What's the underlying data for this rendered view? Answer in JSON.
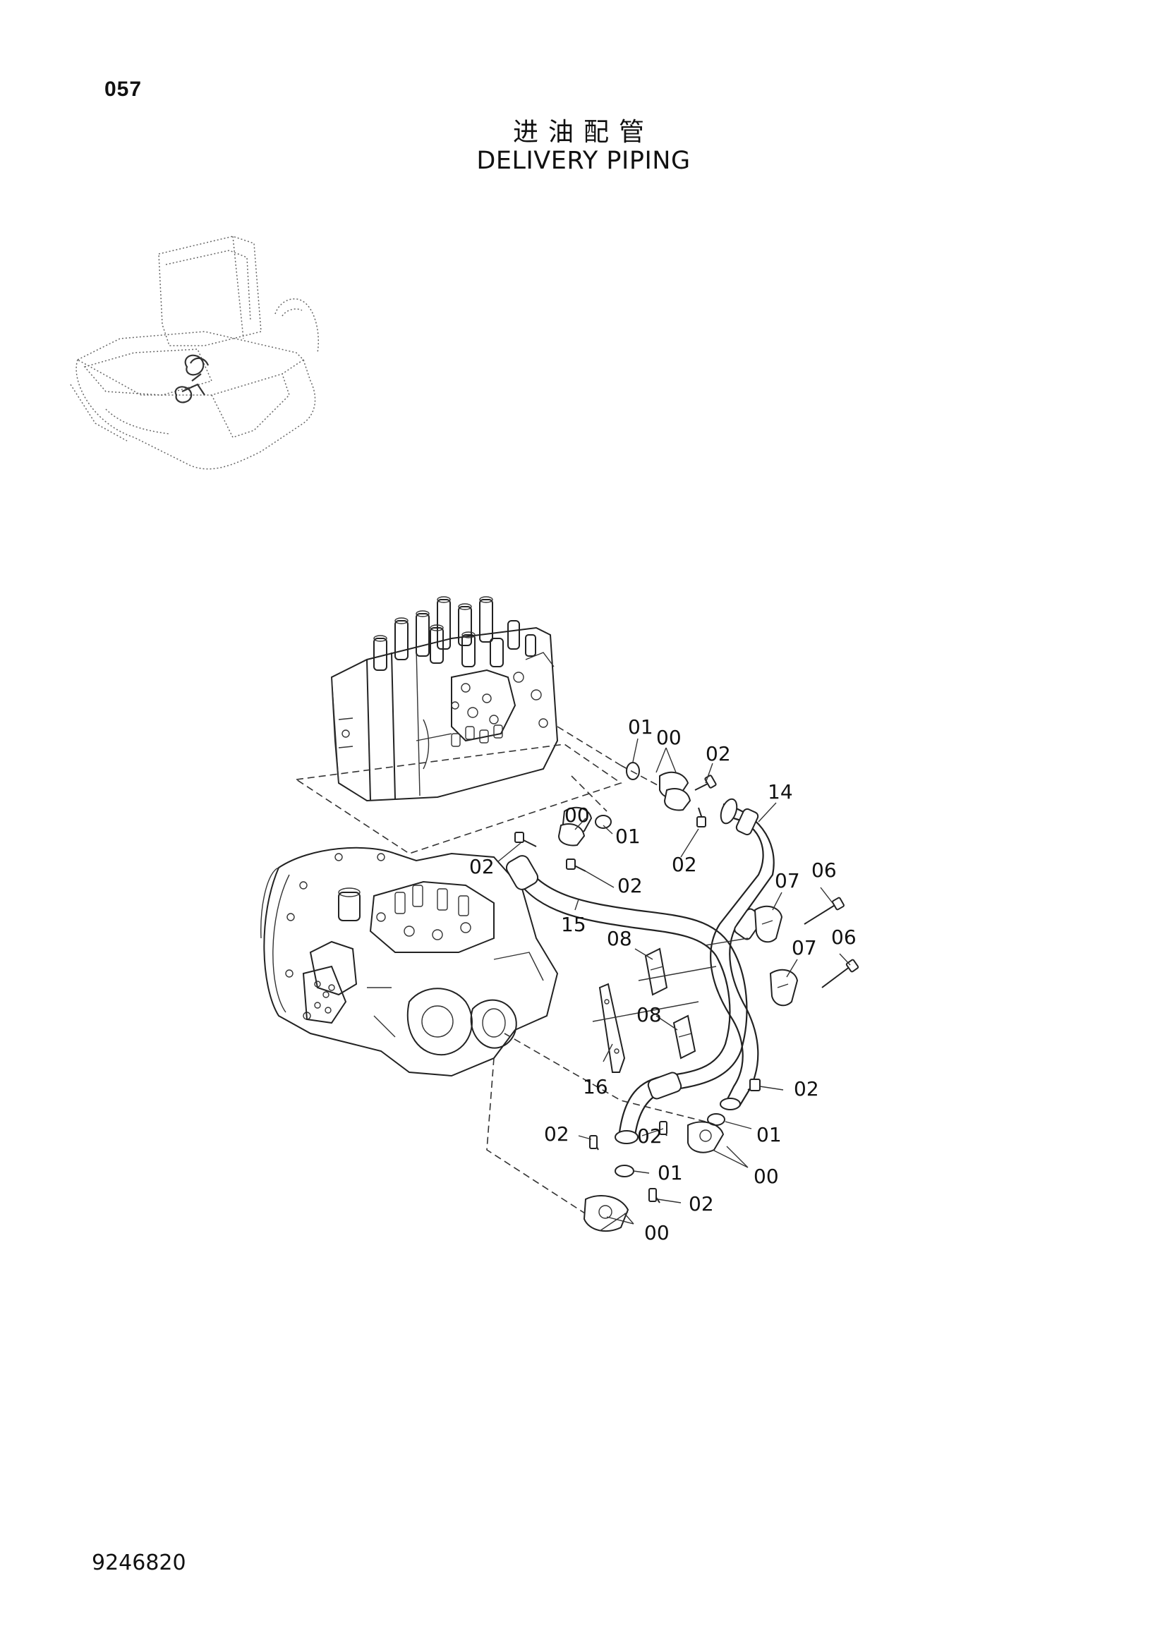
{
  "header": {
    "page_number": "057",
    "title_cn": "进油配管",
    "title_en": "DELIVERY PIPING"
  },
  "footer": {
    "part_number": "9246820"
  },
  "icons": {
    "machine_overview": "excavator-upper-structure-icon",
    "control_valve": "control-valve-icon",
    "pump": "hydraulic-pump-icon"
  },
  "callouts": [
    {
      "id": "c1",
      "label": "01"
    },
    {
      "id": "c2",
      "label": "00"
    },
    {
      "id": "c3",
      "label": "02"
    },
    {
      "id": "c4",
      "label": "14"
    },
    {
      "id": "c5",
      "label": "00"
    },
    {
      "id": "c6",
      "label": "01"
    },
    {
      "id": "c7",
      "label": "02"
    },
    {
      "id": "c8",
      "label": "02"
    },
    {
      "id": "c9",
      "label": "02"
    },
    {
      "id": "c10",
      "label": "15"
    },
    {
      "id": "c11",
      "label": "07"
    },
    {
      "id": "c12",
      "label": "06"
    },
    {
      "id": "c13",
      "label": "08"
    },
    {
      "id": "c14",
      "label": "07"
    },
    {
      "id": "c15",
      "label": "06"
    },
    {
      "id": "c16",
      "label": "08"
    },
    {
      "id": "c17",
      "label": "16"
    },
    {
      "id": "c18",
      "label": "02"
    },
    {
      "id": "c19",
      "label": "02"
    },
    {
      "id": "c20",
      "label": "02"
    },
    {
      "id": "c21",
      "label": "01"
    },
    {
      "id": "c22",
      "label": "01"
    },
    {
      "id": "c23",
      "label": "00"
    },
    {
      "id": "c24",
      "label": "02"
    },
    {
      "id": "c25",
      "label": "00"
    }
  ]
}
